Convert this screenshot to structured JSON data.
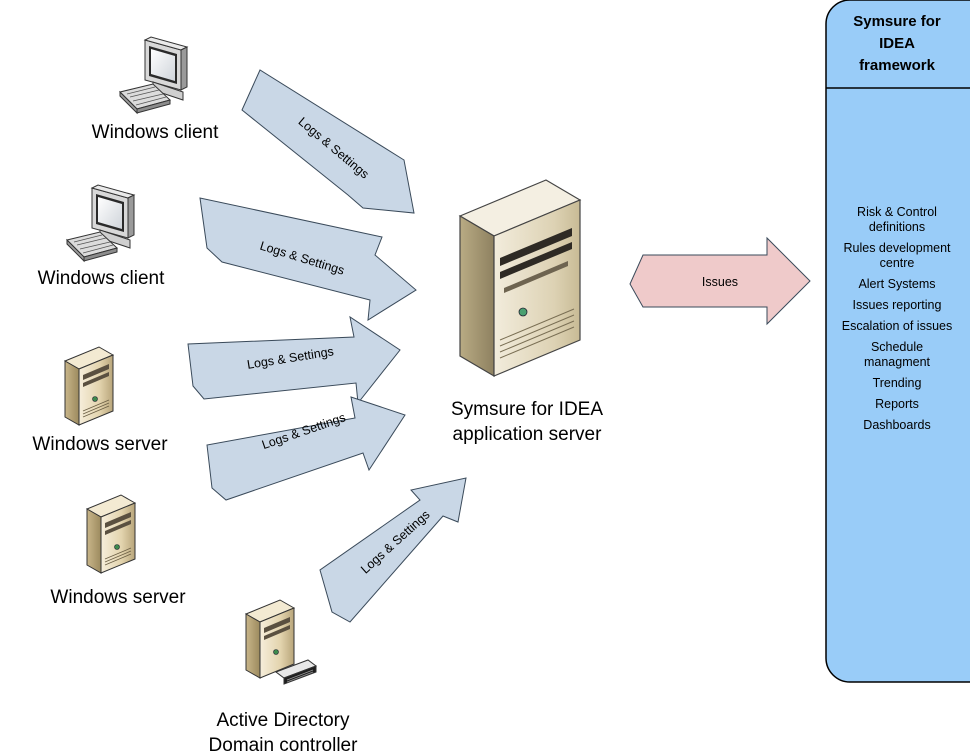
{
  "colors": {
    "arrow_fill": "#c9d7e6",
    "arrow_stroke": "#3a4a5a",
    "issues_fill": "#efcaca",
    "panel_fill": "#99ccf8",
    "panel_stroke": "#000000"
  },
  "nodes": {
    "client1": "Windows client",
    "client2": "Windows client",
    "server1": "Windows server",
    "server2": "Windows server",
    "ad_line1": "Active Directory",
    "ad_line2": "Domain controller",
    "app_line1": "Symsure for IDEA",
    "app_line2": "application server"
  },
  "icons": {
    "client": "desktop-computer-icon",
    "server": "tower-server-icon",
    "domain_controller": "domain-controller-server-icon",
    "app_server": "large-tower-server-icon"
  },
  "arrows": {
    "logs": [
      "Logs & Settings",
      "Logs & Settings",
      "Logs & Settings",
      "Logs & Settings",
      "Logs & Settings"
    ],
    "issues": "Issues"
  },
  "panel": {
    "title_lines": [
      "Symsure for",
      "IDEA",
      "framework"
    ],
    "items": [
      [
        "Risk & Control",
        "definitions"
      ],
      [
        "Rules development",
        "centre"
      ],
      [
        "Alert Systems"
      ],
      [
        "Issues reporting"
      ],
      [
        "Escalation of issues"
      ],
      [
        "Schedule",
        "managment"
      ],
      [
        "Trending"
      ],
      [
        "Reports"
      ],
      [
        "Dashboards"
      ]
    ]
  }
}
